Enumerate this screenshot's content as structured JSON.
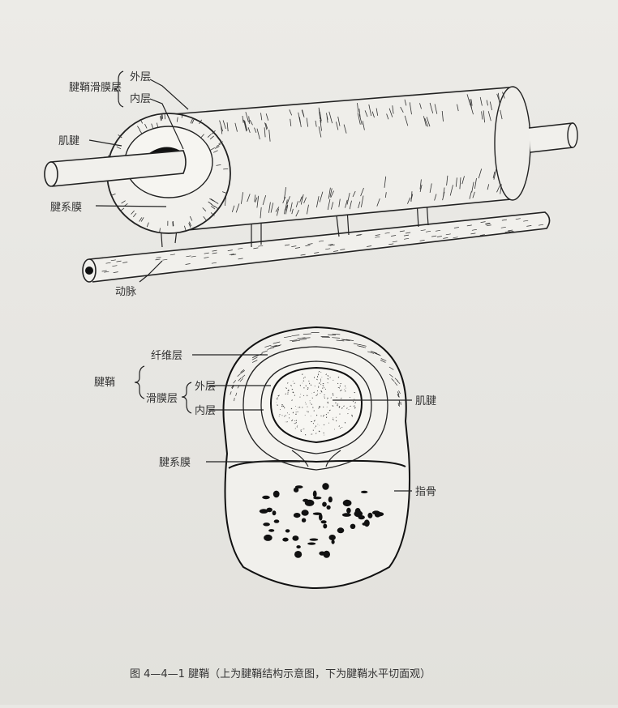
{
  "top_figure": {
    "label_synovial": "腱鞘滑膜层",
    "label_outer": "外层",
    "label_inner": "内层",
    "label_tendon": "肌腱",
    "label_mesotendon": "腱系膜",
    "label_artery": "动脉"
  },
  "bottom_figure": {
    "label_fibrous": "纤维层",
    "label_sheath": "腱鞘",
    "label_synovial": "滑膜层",
    "label_outer": "外层",
    "label_inner": "内层",
    "label_tendon": "肌腱",
    "label_mesotendon": "腱系膜",
    "label_bone": "指骨"
  },
  "caption": "图 4—4—1   腱鞘（上为腱鞘结构示意图，下为腱鞘水平切面观）"
}
